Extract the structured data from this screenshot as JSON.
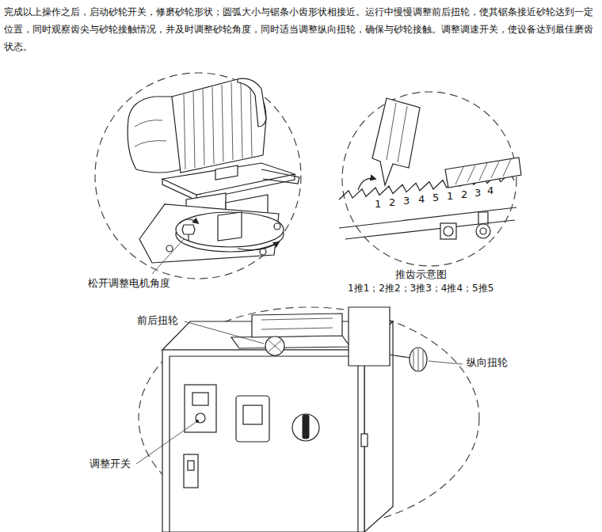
{
  "diagram": {
    "labels": [
      "完成以上操作之后，启动砂轮开关，修磨砂轮形状；圆弧大小与锯条小齿形状相接近。运行中慢慢调整前后扭轮，使其锯条接近砂轮达到一定位置，同时观察齿尖与砂轮接触情况，并及时调整砂轮角度，同时适当调整纵向扭轮，确保与砂轮接触。调整调速开关，使设备达到最佳磨齿状态。",
      "松开调整电机角度",
      "1",
      "2",
      "3",
      "4",
      "5",
      "1",
      "2",
      "3",
      "4",
      "推齿示意图",
      "1推1；2推2；3推3；4推4；5推5",
      "前后扭轮",
      "纵向扭轮",
      "调整开关"
    ]
  }
}
